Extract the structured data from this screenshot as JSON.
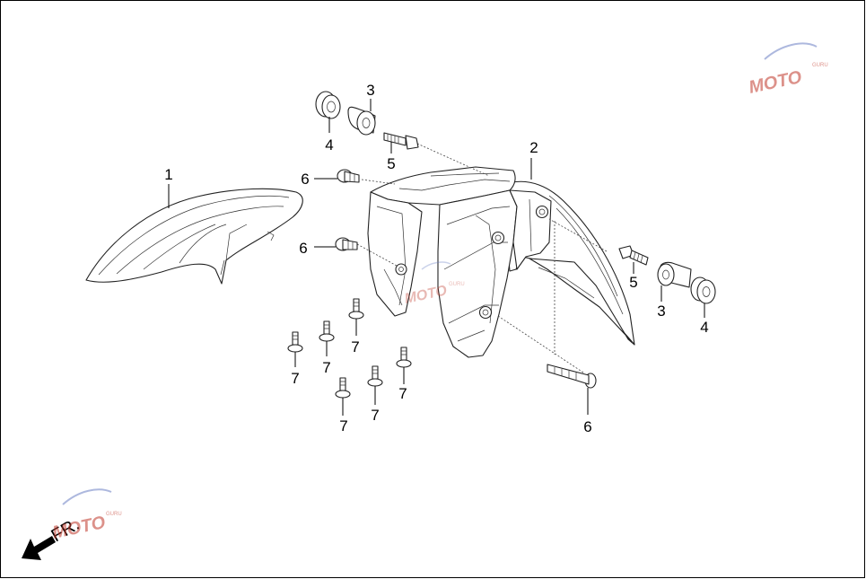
{
  "callouts": {
    "c1": "1",
    "c2": "2",
    "c3a": "3",
    "c3b": "3",
    "c4a": "4",
    "c4b": "4",
    "c5a": "5",
    "c5b": "5",
    "c6a": "6",
    "c6b": "6",
    "c6c": "6",
    "c7a": "7",
    "c7b": "7",
    "c7c": "7",
    "c7d": "7",
    "c7e": "7",
    "c7f": "7"
  },
  "direction_label": "FR.",
  "watermark": {
    "text": "MOTO",
    "sub": "GURU",
    "accent_color": "#c0392b",
    "swoosh_color": "#6b7fc4"
  },
  "colors": {
    "line": "#222222",
    "frame": "#000000",
    "background": "#ffffff"
  },
  "icons": {
    "direction_arrow": "arrow-down-left-icon",
    "watermark": "moto-logo-icon"
  }
}
